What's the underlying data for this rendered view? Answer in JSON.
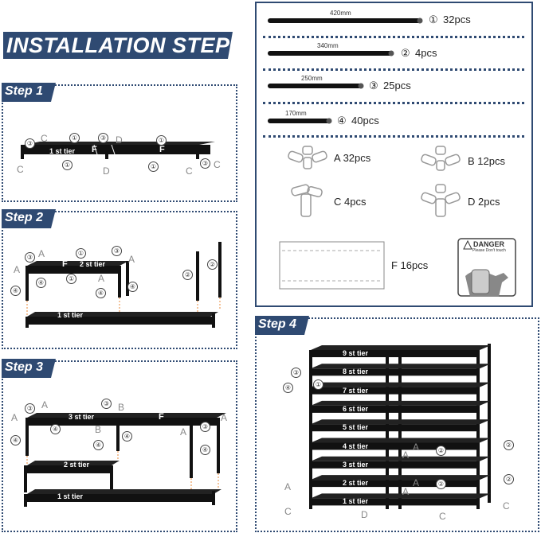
{
  "title": "INSTALLATION STEPS",
  "steps": [
    "Step 1",
    "Step 2",
    "Step 3",
    "Step 4"
  ],
  "parts": {
    "tubes": [
      {
        "length": "420mm",
        "num": "①",
        "count": "32pcs"
      },
      {
        "length": "340mm",
        "num": "②",
        "count": "4pcs"
      },
      {
        "length": "250mm",
        "num": "③",
        "count": "25pcs"
      },
      {
        "length": "170mm",
        "num": "④",
        "count": "40pcs"
      }
    ],
    "connectors": [
      {
        "label": "A 32pcs"
      },
      {
        "label": "B 12pcs"
      },
      {
        "label": "C 4pcs"
      },
      {
        "label": "D 2pcs"
      }
    ],
    "fabric": "F 16pcs",
    "danger": {
      "title": "DANGER",
      "sub": "Please Don't touch"
    }
  },
  "tiers": [
    "1 st tier",
    "2 st tier",
    "3 st tier",
    "4 st tier",
    "5 st tier",
    "6 st tier",
    "7 st tier",
    "8 st tier",
    "9 st tier"
  ],
  "marks": {
    "n1": "①",
    "n2": "②",
    "n3": "③",
    "n4": "④",
    "A": "A",
    "B": "B",
    "C": "C",
    "D": "D",
    "F": "F"
  }
}
